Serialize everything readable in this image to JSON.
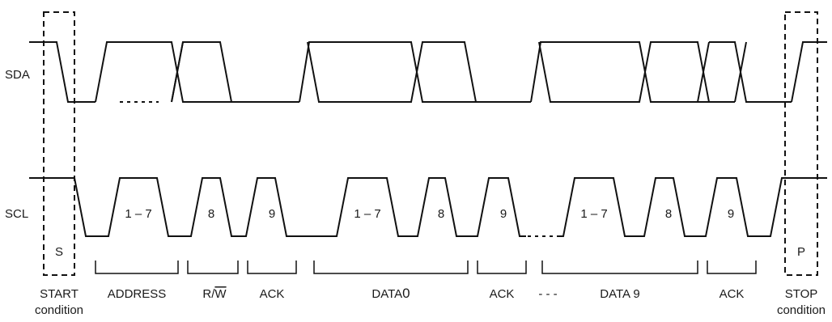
{
  "signals": {
    "sda": "SDA",
    "scl": "SCL"
  },
  "scl_pulses": [
    "1 – 7",
    "8",
    "9",
    "1 – 7",
    "8",
    "9",
    "1 – 7",
    "8",
    "9"
  ],
  "markers": {
    "start": "S",
    "stop": "P"
  },
  "phases": {
    "start_line1": "START",
    "start_line2": "condition",
    "address": "ADDRESS",
    "rw_r": "R/",
    "rw_w": "W",
    "ack1": "ACK",
    "data0": "DATA",
    "data0_num": "0",
    "ack2": "ACK",
    "ellipsis": "- - -",
    "data9": "DATA 9",
    "ack3": "ACK",
    "stop_line1": "STOP",
    "stop_line2": "condition"
  }
}
